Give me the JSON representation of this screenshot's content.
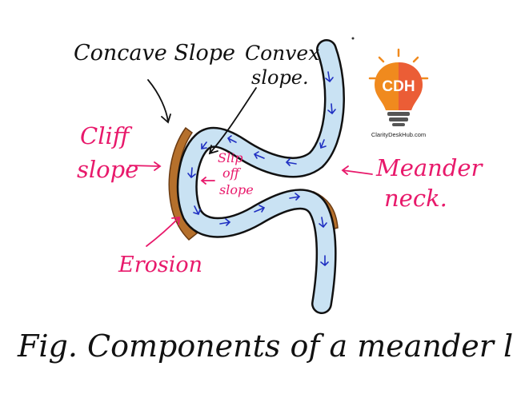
{
  "labels": {
    "concave_slope": "Concave Slope",
    "convex_slope_line1": "Convex",
    "convex_slope_line2": "slope.",
    "cliff_line1": "Cliff",
    "cliff_line2": "slope",
    "slip_line1": "Slip",
    "slip_line2": "off",
    "slip_line3": "slope",
    "meander_line1": "Meander",
    "meander_line2": "neck.",
    "erosion": "Erosion"
  },
  "caption": "Fig. Components of a meander loop.",
  "logo": {
    "initials": "CDH",
    "site": "ClarityDeskHub.com"
  },
  "colors": {
    "river_fill": "#c9e2f3",
    "outline": "#111111",
    "arrow_blue": "#1f2fc2",
    "erosion_brown": "#b5702c",
    "label_pink": "#e8196b",
    "logo_orange": "#f08a1e"
  }
}
